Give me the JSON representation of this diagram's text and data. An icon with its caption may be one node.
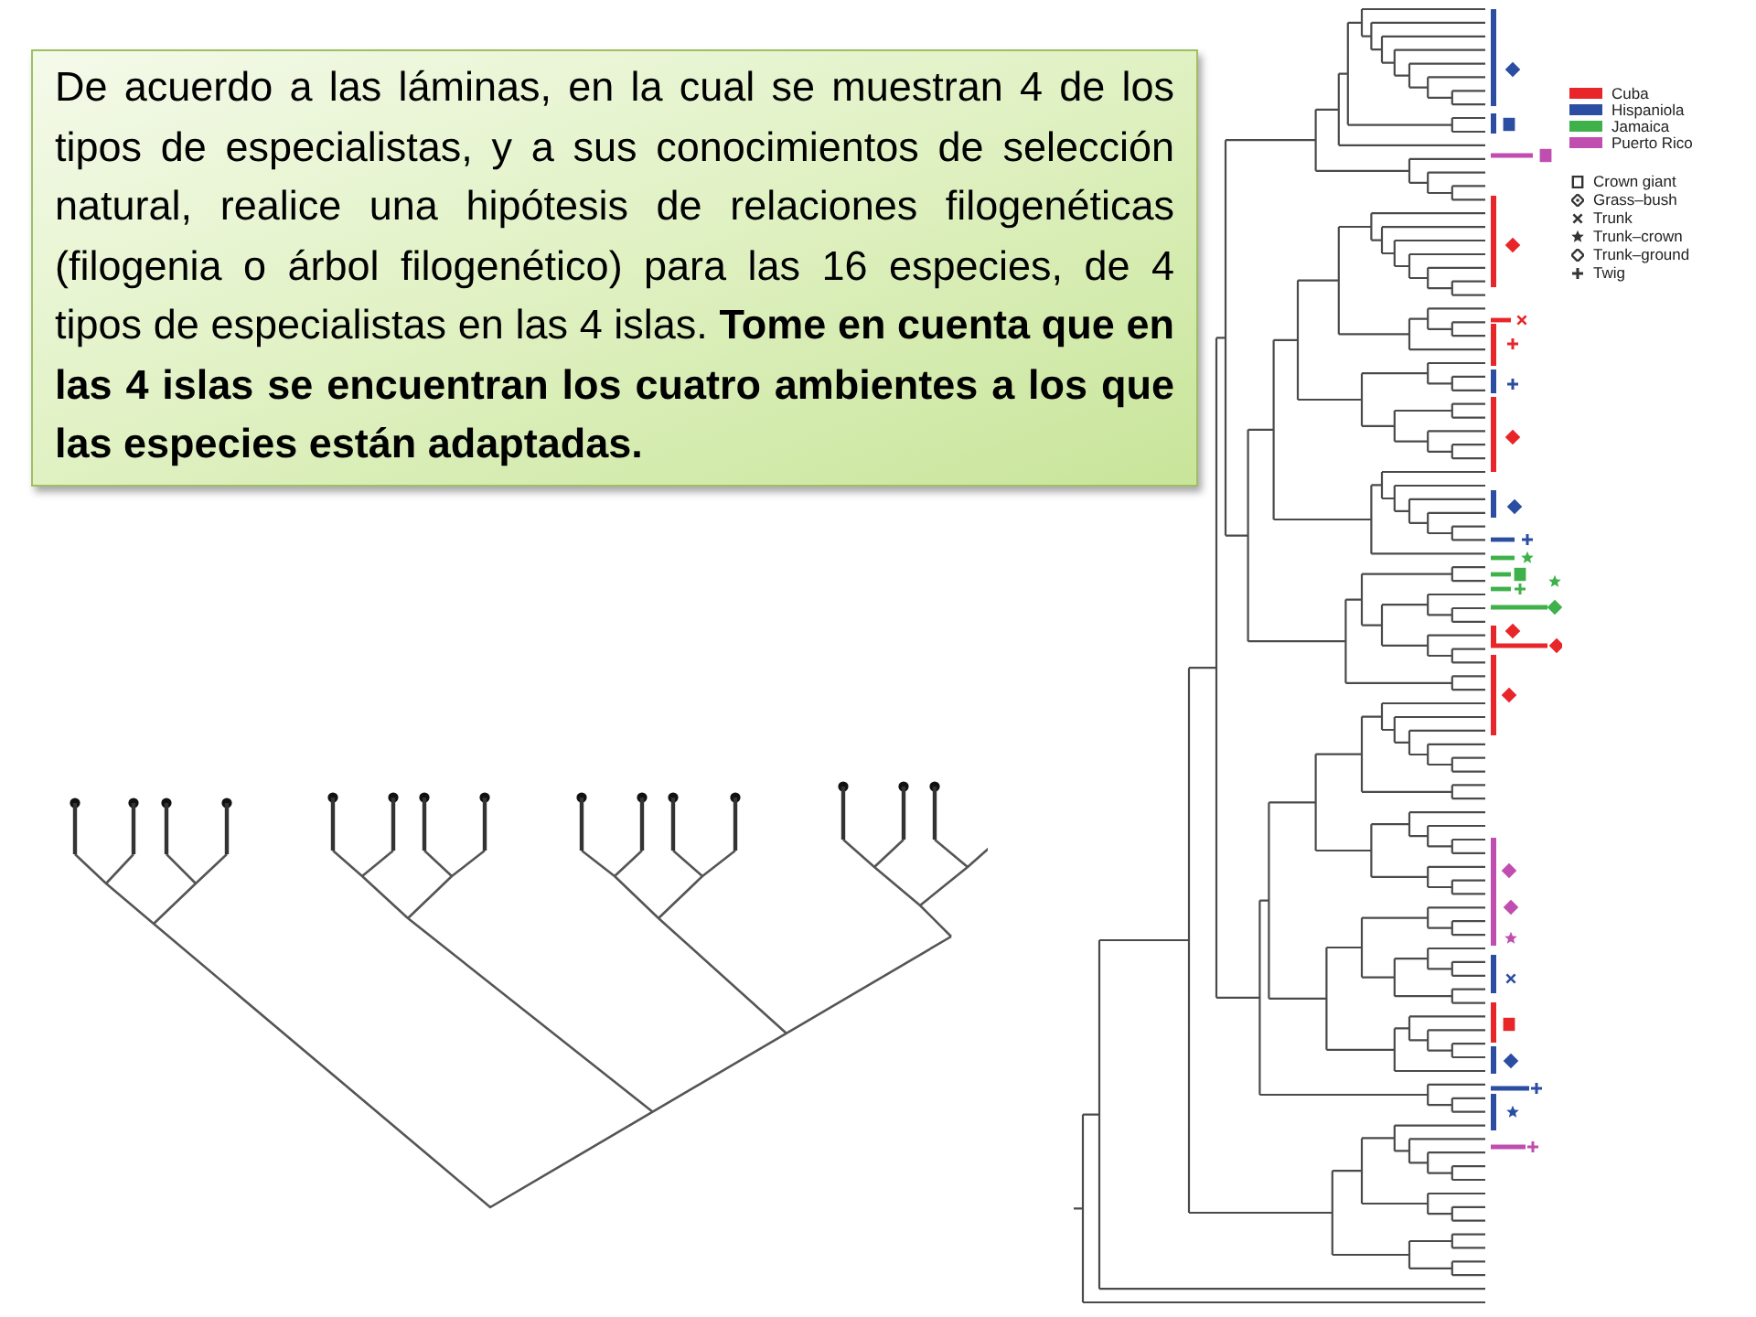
{
  "diagram": {
    "nodes": [
      {
        "text": [
          "De acuerdo a las láminas, en la cual se muestran 4 de los tipos de especialistas, y a sus conocimientos de selección natural, realice una hipótesis de relaciones filogenéticas (filogenia o árbol filogenético) para las 16 especies, de 4 tipos de especialistas en las 4 islas. **Tome en cuenta que en las 4 islas se encuentran los cuatro ambientes a los que las especies están adaptadas.**"
        ]
      }
    ],
    "legend": [
      {
        "text": "Cuba",
        "color": "#e8262a"
      },
      {
        "text": "Hispaniola",
        "color": "#2b4ea2"
      },
      {
        "text": "Jamaica",
        "color": "#3fb14a"
      },
      {
        "text": "Puerto Rico",
        "color": "#c04eb0"
      },
      {
        "text": "Crown giant"
      },
      {
        "text": "Grass–bush"
      },
      {
        "text": "Trunk"
      },
      {
        "text": "Trunk–crown"
      },
      {
        "text": "Trunk–ground"
      },
      {
        "text": "Twig"
      }
    ]
  }
}
